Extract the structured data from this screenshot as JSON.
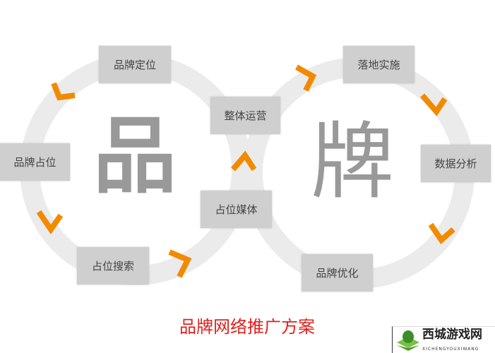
{
  "diagram": {
    "left_char": "品",
    "right_char": "牌",
    "steps": [
      "品牌定位",
      "品牌占位",
      "占位搜索",
      "占位媒体",
      "整体运营",
      "落地实施",
      "数据分析",
      "品牌优化"
    ],
    "title": "品牌网络推广方案"
  },
  "watermark": {
    "name": "西城游戏网",
    "sub": "XICHENGYOUXIWANG"
  },
  "colors": {
    "ring": "#ebebeb",
    "arrow": "#f28a00",
    "box": "#cfcfcf",
    "title": "#e0201c",
    "char": "#999999"
  }
}
